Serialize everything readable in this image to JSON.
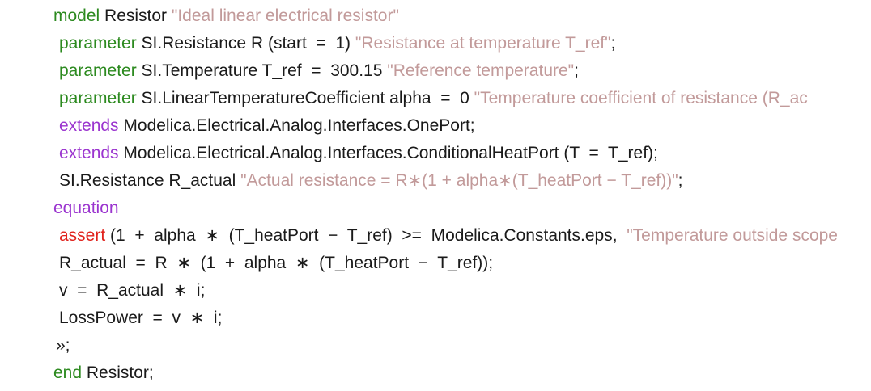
{
  "colors": {
    "keyword_green": "#2c8a1f",
    "keyword_purple": "#9b35cf",
    "keyword_red": "#e0221c",
    "string": "#c29a9a",
    "text": "#1a1a1a",
    "background": "#ffffff"
  },
  "code": {
    "line1": {
      "keyword": "model",
      "text": " Resistor ",
      "string": "\"Ideal linear electrical resistor\""
    },
    "line2": {
      "keyword": "parameter",
      "text": " SI.Resistance R (start  =  1) ",
      "string": "\"Resistance at temperature T_ref\"",
      "tail": ";"
    },
    "line3": {
      "keyword": "parameter",
      "text": " SI.Temperature T_ref  =  300.15 ",
      "string": "\"Reference temperature\"",
      "tail": ";"
    },
    "line4": {
      "keyword": "parameter",
      "text": " SI.LinearTemperatureCoefficient alpha  =  0 ",
      "string": "\"Temperature coefficient of resistance (R_ac"
    },
    "line5": {
      "keyword": "extends",
      "text": " Modelica.Electrical.Analog.Interfaces.OnePort;"
    },
    "line6": {
      "keyword": "extends",
      "text": " Modelica.Electrical.Analog.Interfaces.ConditionalHeatPort (T  =  T_ref);"
    },
    "line7": {
      "text": "SI.Resistance R_actual ",
      "string": "\"Actual resistance = R∗(1 + alpha∗(T_heatPort − T_ref))\"",
      "tail": ";"
    },
    "line8": {
      "keyword": "equation"
    },
    "line9": {
      "keyword": "assert",
      "text": " (1  +  alpha  ∗  (T_heatPort  −  T_ref)  >=  Modelica.Constants.eps,  ",
      "string": "\"Temperature outside scope"
    },
    "line10": {
      "text": "R_actual  =  R  ∗  (1  +  alpha  ∗  (T_heatPort  −  T_ref));"
    },
    "line11": {
      "text": "v  =  R_actual  ∗  i;"
    },
    "line12": {
      "text": "LossPower  =  v  ∗  i;"
    },
    "line13": {
      "text": "»;"
    },
    "line14": {
      "keyword": "end",
      "text": " Resistor;"
    }
  }
}
